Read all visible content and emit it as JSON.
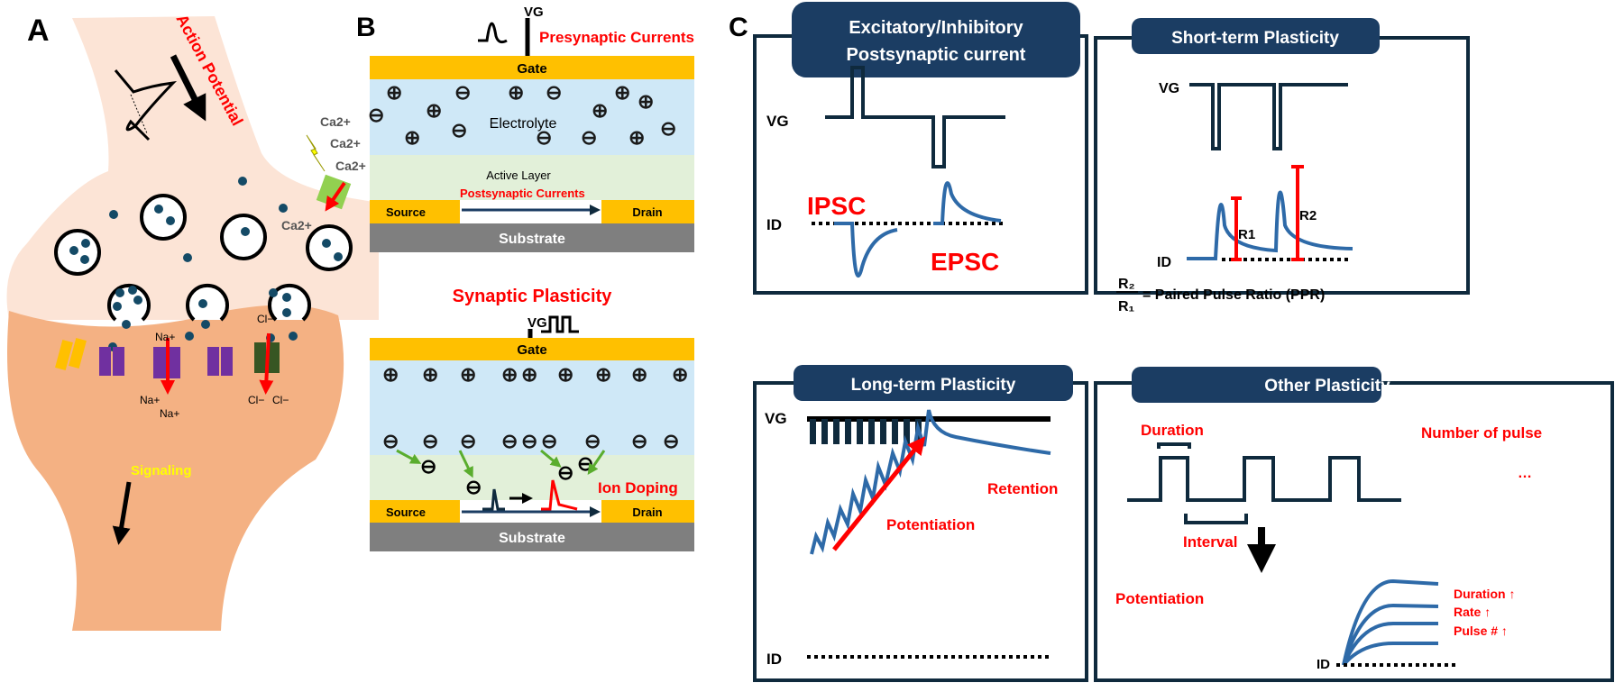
{
  "colors": {
    "navy": "#1b3d63",
    "red": "#ff0000",
    "blue": "#2e6aa8",
    "gate": "#ffc000",
    "electrolyte": "#cfe8f7",
    "active": "#e2f0d9",
    "substrate": "#7f7f7f",
    "pre": "#fce4d6",
    "post": "#f4b183",
    "ion": "#144a66"
  },
  "panelA": {
    "label": "A",
    "action_potential": "Action Potential",
    "ca": "Ca2+",
    "na": "Na+",
    "cl": "Cl−",
    "signaling": "Signaling"
  },
  "panelB": {
    "label": "B",
    "vg": "VG",
    "presynaptic": "Presynaptic Currents",
    "gate": "Gate",
    "electrolyte": "Electrolyte",
    "active": "Active Layer",
    "postsynaptic": "Postsynaptic Currents",
    "source": "Source",
    "drain": "Drain",
    "substrate": "Substrate",
    "plasticity": "Synaptic Plasticity",
    "ion_doping": "Ion Doping"
  },
  "panelC": {
    "label": "C",
    "epsc": {
      "title1": "Excitatory/Inhibitory",
      "title2": "Postsynaptic current",
      "vg": "VG",
      "id": "ID",
      "ipsc": "IPSC",
      "epsc": "EPSC"
    },
    "stp": {
      "title": "Short-term Plasticity",
      "vg": "VG",
      "id": "ID",
      "r1": "R1",
      "r2": "R2",
      "formula": "= Paired Pulse Ratio (PPR)"
    },
    "ltp": {
      "title": "Long-term Plasticity",
      "vg": "VG",
      "id": "ID",
      "retention": "Retention",
      "potentiation": "Potentiation"
    },
    "other": {
      "title": "Other Plasticity",
      "duration": "Duration",
      "number": "Number of pulse",
      "dots": "…",
      "interval": "Interval",
      "potentiation": "Potentiation",
      "legend": [
        "Duration ↑",
        "Rate  ↑",
        "Pulse #  ↑"
      ],
      "id": "ID"
    }
  }
}
